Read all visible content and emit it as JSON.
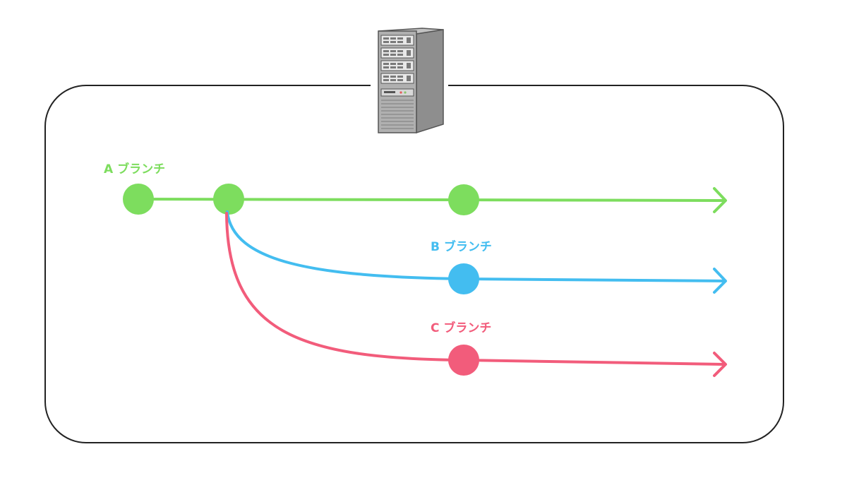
{
  "colors": {
    "a_branch": "#7ddd5e",
    "b_branch": "#43bdf0",
    "c_branch": "#f25c7b",
    "frame": "#222222",
    "server_body": "#a9a9a9",
    "server_outline": "#555555"
  },
  "icons": {
    "server": "server-tower-icon"
  },
  "branches": {
    "a": {
      "label": "A ブランチ"
    },
    "b": {
      "label": "B ブランチ"
    },
    "c": {
      "label": "C ブランチ"
    }
  }
}
